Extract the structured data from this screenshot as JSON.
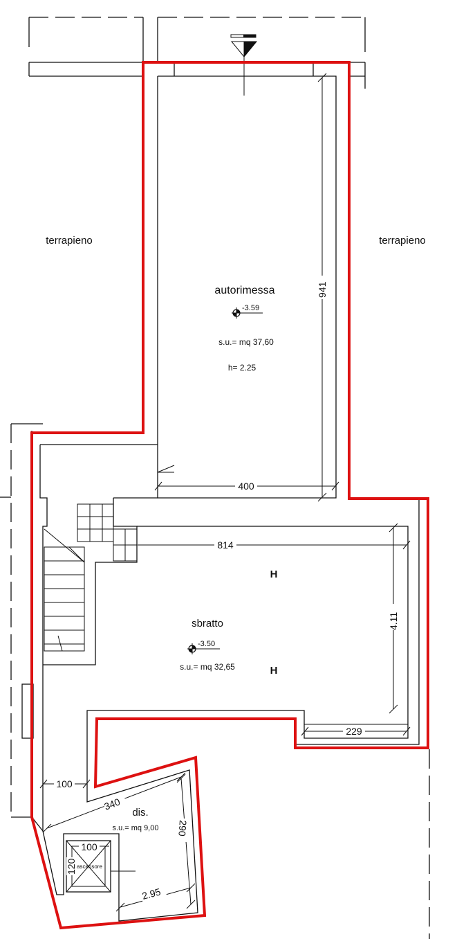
{
  "colors": {
    "boundary": "#dd1111",
    "lines": "#111111",
    "background": "#ffffff"
  },
  "labels": {
    "terrapieno_left": "terrapieno",
    "terrapieno_right": "terrapieno",
    "autorimessa": {
      "name": "autorimessa",
      "level": "-3.59",
      "area": "s.u.= mq 37,60",
      "height": "h= 2.25"
    },
    "sbratto": {
      "name": "sbratto",
      "level": "-3.50",
      "area": "s.u.= mq 32,65"
    },
    "dis": {
      "name": "dis.",
      "area": "s.u.= mq 9,00"
    },
    "ascensore": "ascensore"
  },
  "dimensions": {
    "autorimessa_width": "400",
    "autorimessa_length": "941",
    "sbratto_width": "814",
    "sbratto_depth": "4.11",
    "sbratto_step": "229",
    "corridor": "100",
    "dis_diagonal": "340",
    "dis_side": "290",
    "dis_bottom": "2.95",
    "elevator_width": "100",
    "elevator_depth": "120"
  },
  "symbols": [
    "H",
    "H"
  ],
  "icons": [
    "north-arrow-icon",
    "level-marker-icon",
    "level-marker-icon"
  ]
}
